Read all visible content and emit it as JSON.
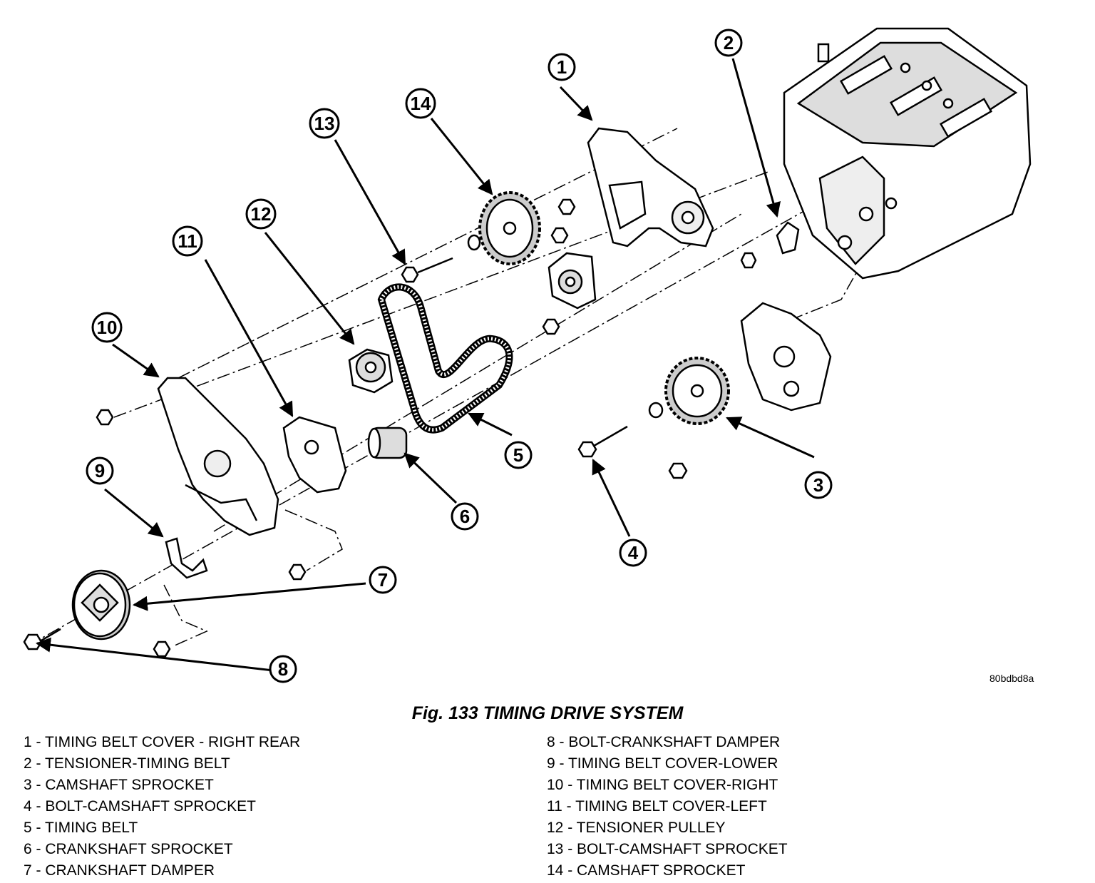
{
  "figure": {
    "reference_code": "80bdbd8a",
    "caption": "Fig. 133 TIMING DRIVE SYSTEM"
  },
  "callouts": [
    "1",
    "2",
    "3",
    "4",
    "5",
    "6",
    "7",
    "8",
    "9",
    "10",
    "11",
    "12",
    "13",
    "14"
  ],
  "legend": {
    "left": [
      "1 - TIMING BELT COVER - RIGHT REAR",
      "2 - TENSIONER-TIMING BELT",
      "3 - CAMSHAFT SPROCKET",
      "4 - BOLT-CAMSHAFT SPROCKET",
      "5 - TIMING BELT",
      "6 - CRANKSHAFT SPROCKET",
      "7 - CRANKSHAFT DAMPER"
    ],
    "right": [
      "8 - BOLT-CRANKSHAFT DAMPER",
      "9 - TIMING BELT COVER-LOWER",
      "10 - TIMING BELT COVER-RIGHT",
      "11 - TIMING BELT COVER-LEFT",
      "12 - TENSIONER PULLEY",
      "13 - BOLT-CAMSHAFT SPROCKET",
      "14 - CAMSHAFT SPROCKET"
    ]
  }
}
